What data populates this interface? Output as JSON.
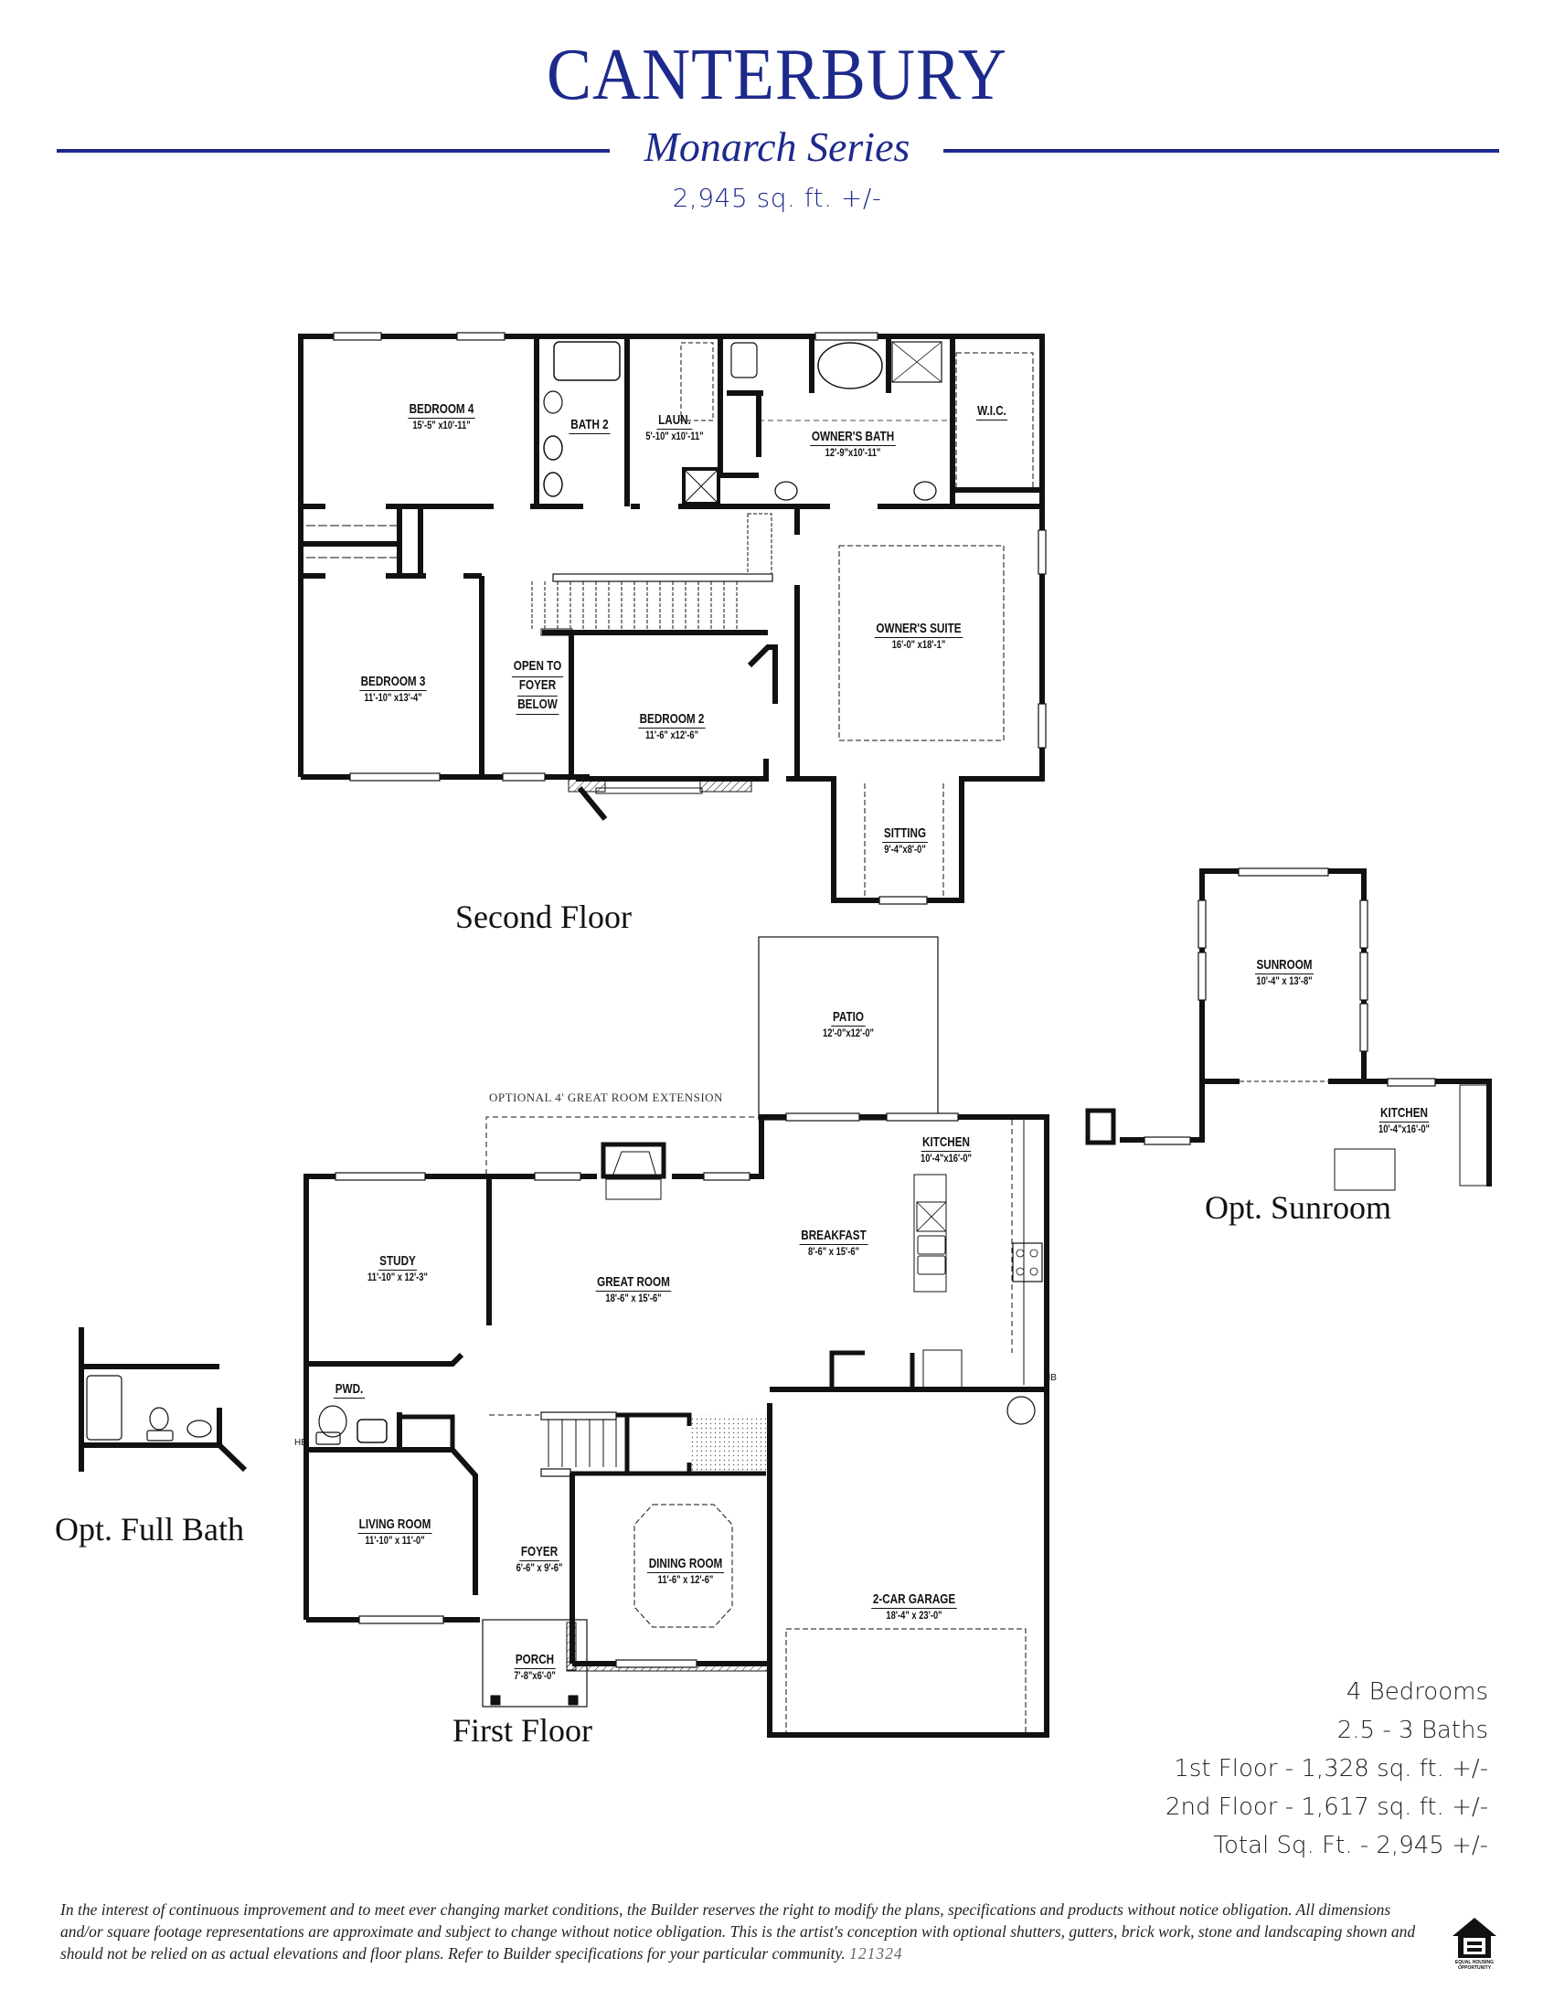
{
  "header": {
    "title": "CANTERBURY",
    "series": "Monarch Series",
    "total_sqft": "2,945 sq. ft. +/-",
    "brand_color": "#1d2a8c"
  },
  "second_floor": {
    "caption": "Second Floor",
    "rooms": [
      {
        "name": "BEDROOM 4",
        "dim": "15'-5\" x10'-11\""
      },
      {
        "name": "BATH 2",
        "dim": ""
      },
      {
        "name": "LAUN.",
        "dim": "5'-10\" x10'-11\""
      },
      {
        "name": "OWNER'S BATH",
        "dim": "12'-9\"x10'-11\""
      },
      {
        "name": "W.I.C.",
        "dim": ""
      },
      {
        "name": "OWNER'S SUITE",
        "dim": "16'-0\" x18'-1\""
      },
      {
        "name": "BEDROOM 3",
        "dim": "11'-10\" x13'-4\""
      },
      {
        "name": "OPEN TO FOYER BELOW",
        "dim": "",
        "lines": [
          "OPEN TO",
          "FOYER",
          "BELOW"
        ]
      },
      {
        "name": "BEDROOM 2",
        "dim": "11'-6\" x12'-6\""
      },
      {
        "name": "SITTING",
        "dim": "9'-4\"x8'-0\""
      }
    ]
  },
  "first_floor": {
    "caption": "First Floor",
    "optional_extension_note": "OPTIONAL 4' GREAT ROOM EXTENSION",
    "rooms": [
      {
        "name": "PATIO",
        "dim": "12'-0\"x12'-0\""
      },
      {
        "name": "KITCHEN",
        "dim": "10'-4\"x16'-0\""
      },
      {
        "name": "BREAKFAST",
        "dim": "8'-6\" x 15'-6\""
      },
      {
        "name": "STUDY",
        "dim": "11'-10\" x 12'-3\""
      },
      {
        "name": "GREAT ROOM",
        "dim": "18'-6\" x 15'-6\""
      },
      {
        "name": "PWD.",
        "dim": ""
      },
      {
        "name": "LIVING ROOM",
        "dim": "11'-10\" x 11'-0\""
      },
      {
        "name": "FOYER",
        "dim": "6'-6\" x 9'-6\""
      },
      {
        "name": "DINING ROOM",
        "dim": "11'-6\" x 12'-6\""
      },
      {
        "name": "2-CAR GARAGE",
        "dim": "18'-4\" x 23'-0\""
      },
      {
        "name": "PORCH",
        "dim": "7'-8\"x6'-0\""
      }
    ],
    "hose_bib_label": "HB"
  },
  "opt_sunroom": {
    "caption": "Opt. Sunroom",
    "rooms": [
      {
        "name": "SUNROOM",
        "dim": "10'-4\" x 13'-8\""
      },
      {
        "name": "KITCHEN",
        "dim": "10'-4\"x16'-0\""
      }
    ]
  },
  "opt_full_bath": {
    "caption": "Opt. Full Bath"
  },
  "specs": {
    "bedrooms": "4 Bedrooms",
    "baths": "2.5 - 3 Baths",
    "first_floor": "1st Floor - 1,328 sq. ft. +/-",
    "second_floor": "2nd Floor - 1,617 sq. ft. +/-",
    "total": "Total Sq. Ft. - 2,945 +/-"
  },
  "footer": {
    "disclaimer": "In the interest of continuous improvement and to meet ever changing market conditions, the Builder reserves the right to modify the plans,  specifications and products without notice obligation. All dimensions and/or square footage representations are approximate and subject to change without notice obligation. This is the artist's conception with optional shutters, gutters, brick work, stone and landscaping shown and should not be relied on as actual elevations and floor plans. Refer to Builder specifications for your particular community.",
    "code": "121324",
    "logo_icon": "equal-housing-opportunity-icon",
    "logo_caption": "EQUAL HOUSING OPPORTUNITY"
  }
}
